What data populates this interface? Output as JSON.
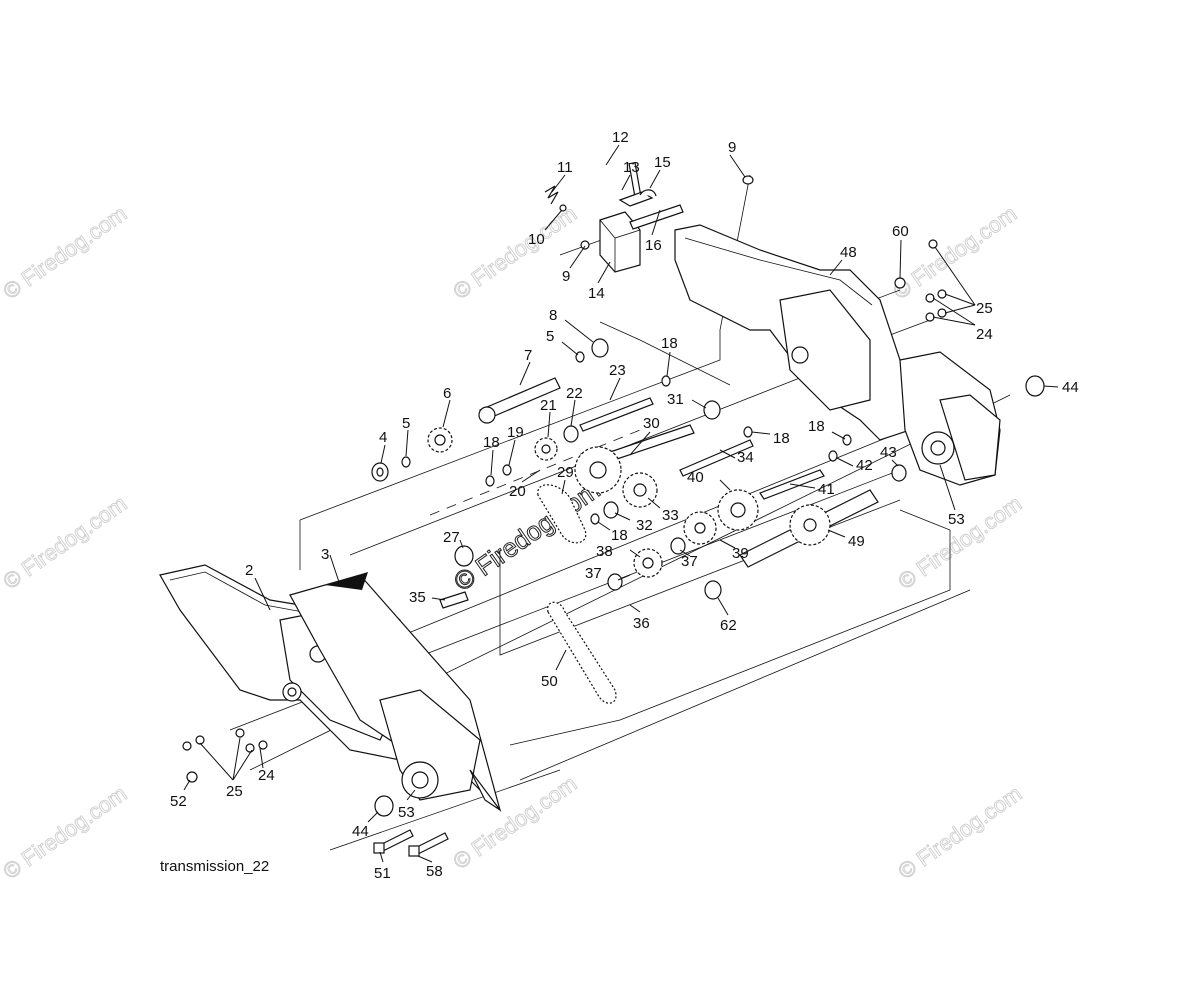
{
  "caption": "transmission_22",
  "watermark": "© Firedog.com",
  "callouts": [
    {
      "id": "12",
      "label": "12"
    },
    {
      "id": "11",
      "label": "11"
    },
    {
      "id": "13",
      "label": "13"
    },
    {
      "id": "15",
      "label": "15"
    },
    {
      "id": "9a",
      "label": "9"
    },
    {
      "id": "10",
      "label": "10"
    },
    {
      "id": "16",
      "label": "16"
    },
    {
      "id": "9b",
      "label": "9"
    },
    {
      "id": "14",
      "label": "14"
    },
    {
      "id": "60",
      "label": "60"
    },
    {
      "id": "48",
      "label": "48"
    },
    {
      "id": "25a",
      "label": "25"
    },
    {
      "id": "24a",
      "label": "24"
    },
    {
      "id": "8",
      "label": "8"
    },
    {
      "id": "5a",
      "label": "5"
    },
    {
      "id": "18a",
      "label": "18"
    },
    {
      "id": "7",
      "label": "7"
    },
    {
      "id": "23",
      "label": "23"
    },
    {
      "id": "44a",
      "label": "44"
    },
    {
      "id": "6",
      "label": "6"
    },
    {
      "id": "31",
      "label": "31"
    },
    {
      "id": "22",
      "label": "22"
    },
    {
      "id": "21",
      "label": "21"
    },
    {
      "id": "5b",
      "label": "5"
    },
    {
      "id": "4",
      "label": "4"
    },
    {
      "id": "30",
      "label": "30"
    },
    {
      "id": "18b",
      "label": "18"
    },
    {
      "id": "18c",
      "label": "18"
    },
    {
      "id": "19",
      "label": "19"
    },
    {
      "id": "18d",
      "label": "18"
    },
    {
      "id": "43",
      "label": "43"
    },
    {
      "id": "34",
      "label": "34"
    },
    {
      "id": "42",
      "label": "42"
    },
    {
      "id": "20",
      "label": "20"
    },
    {
      "id": "29",
      "label": "29"
    },
    {
      "id": "40",
      "label": "40"
    },
    {
      "id": "41",
      "label": "41"
    },
    {
      "id": "33",
      "label": "33"
    },
    {
      "id": "53a",
      "label": "53"
    },
    {
      "id": "32",
      "label": "32"
    },
    {
      "id": "18e",
      "label": "18"
    },
    {
      "id": "27",
      "label": "27"
    },
    {
      "id": "49",
      "label": "49"
    },
    {
      "id": "38",
      "label": "38"
    },
    {
      "id": "39",
      "label": "39"
    },
    {
      "id": "37a",
      "label": "37"
    },
    {
      "id": "2",
      "label": "2"
    },
    {
      "id": "3",
      "label": "3"
    },
    {
      "id": "37b",
      "label": "37"
    },
    {
      "id": "35",
      "label": "35"
    },
    {
      "id": "36",
      "label": "36"
    },
    {
      "id": "62",
      "label": "62"
    },
    {
      "id": "50",
      "label": "50"
    },
    {
      "id": "24b",
      "label": "24"
    },
    {
      "id": "25b",
      "label": "25"
    },
    {
      "id": "52",
      "label": "52"
    },
    {
      "id": "53b",
      "label": "53"
    },
    {
      "id": "44b",
      "label": "44"
    },
    {
      "id": "51",
      "label": "51"
    },
    {
      "id": "58",
      "label": "58"
    }
  ]
}
